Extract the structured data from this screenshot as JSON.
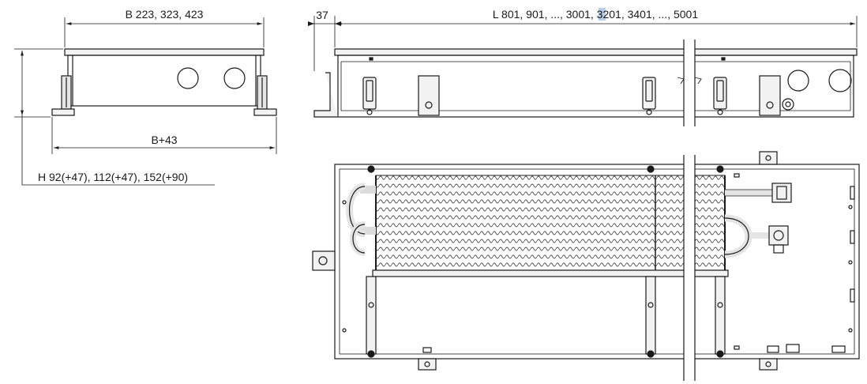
{
  "dimensions": {
    "width_label": "B 223, 323, 423",
    "width_plus_label": "B+43",
    "height_label": "H 92(+47), 112(+47), 152(+90)",
    "offset_label": "37",
    "length_label": "L 801, 901, ..., 3001, 3201, 3401, ..., 5001"
  },
  "colors": {
    "line": "#1a1a1a",
    "fill_light": "#f2f2f2",
    "fin": "#d9d9d9",
    "highlight": "#7aa6d8"
  }
}
